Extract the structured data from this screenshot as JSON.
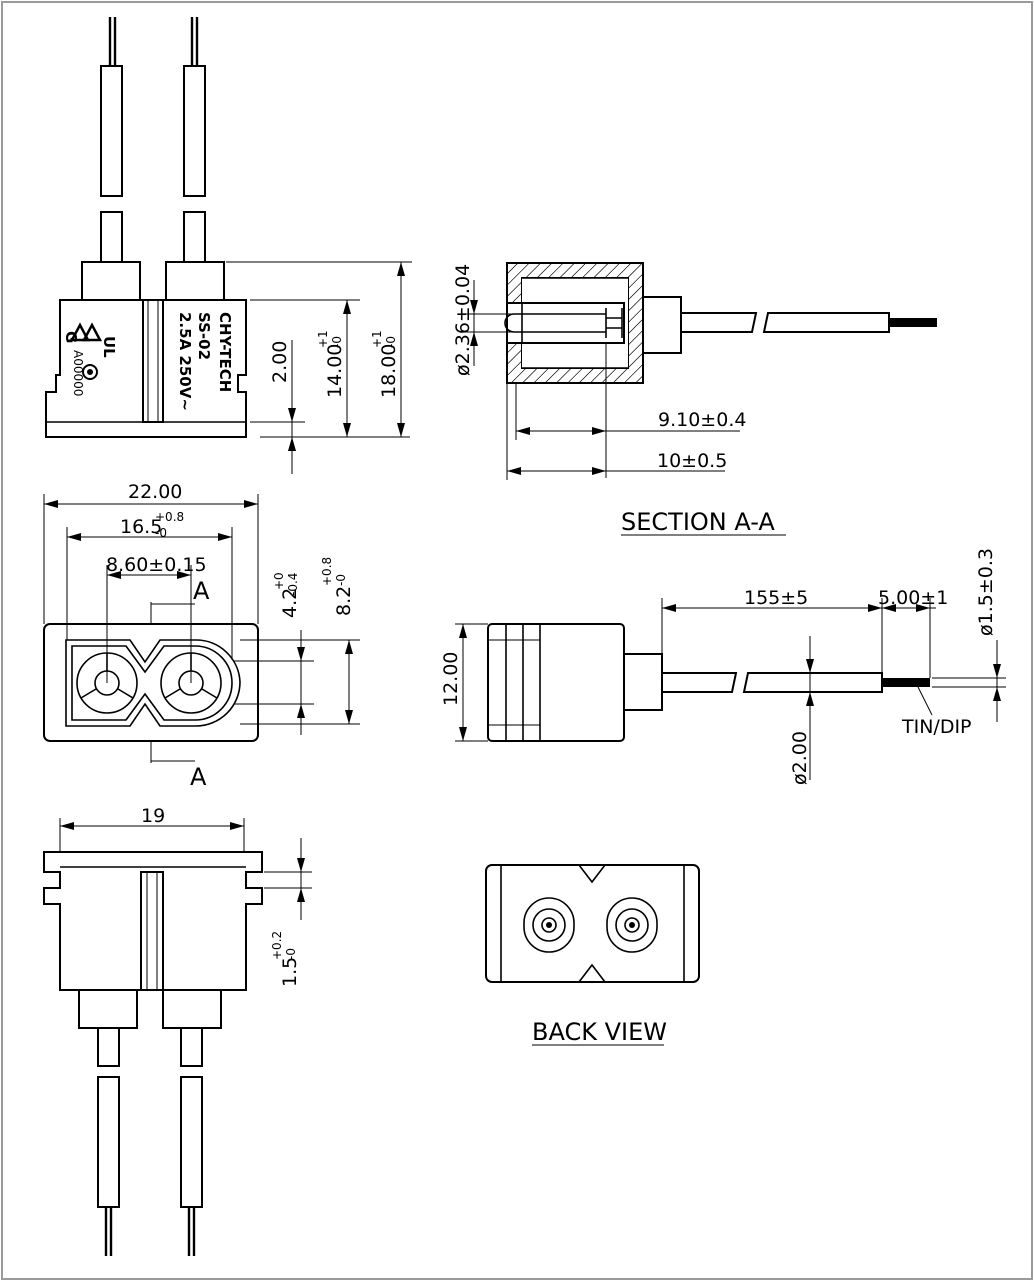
{
  "front_view": {
    "product_marking": [
      "CHY-TECH",
      "SS-02",
      "2.5A 250V~"
    ],
    "cert_marks": [
      "PSE",
      "G",
      "UL",
      "CQC"
    ],
    "cert_number": "A00000",
    "dim_2": "2.00",
    "dim_14": "14.00",
    "dim_14_tol_plus": "+1",
    "dim_14_tol_minus": "-0",
    "dim_18": "18.00",
    "dim_18_tol_plus": "+1",
    "dim_18_tol_minus": "-0"
  },
  "top_view": {
    "dim_22": "22.00",
    "dim_16_5": "16.5",
    "dim_16_5_tol_plus": "+0.8",
    "dim_16_5_tol_minus": "-0",
    "dim_8_60": "8.60±0.15",
    "dim_4_2": "4.2",
    "dim_4_2_tol_plus": "+0",
    "dim_4_2_tol_minus": "-0.4",
    "dim_8_2": "8.2",
    "dim_8_2_tol_plus": "+0.8",
    "dim_8_2_tol_minus": "-0",
    "section_mark_top": "A",
    "section_mark_bottom": "A"
  },
  "bottom_view": {
    "dim_19": "19",
    "dim_1_5": "1.5",
    "dim_1_5_tol_plus": "+0.2",
    "dim_1_5_tol_minus": "-0"
  },
  "section_view": {
    "dim_diameter": "ø2.36±0.04",
    "dim_9_10": "9.10±0.4",
    "dim_10": "10±0.5",
    "title": "SECTION  A-A"
  },
  "side_view": {
    "dim_12": "12.00",
    "dim_155": "155±5",
    "dim_5": "5.00±1",
    "dim_wire_dia": "ø1.5±0.3",
    "dim_2_dia": "ø2.00",
    "note": "TIN/DIP"
  },
  "back_view": {
    "title": "BACK  VIEW"
  }
}
